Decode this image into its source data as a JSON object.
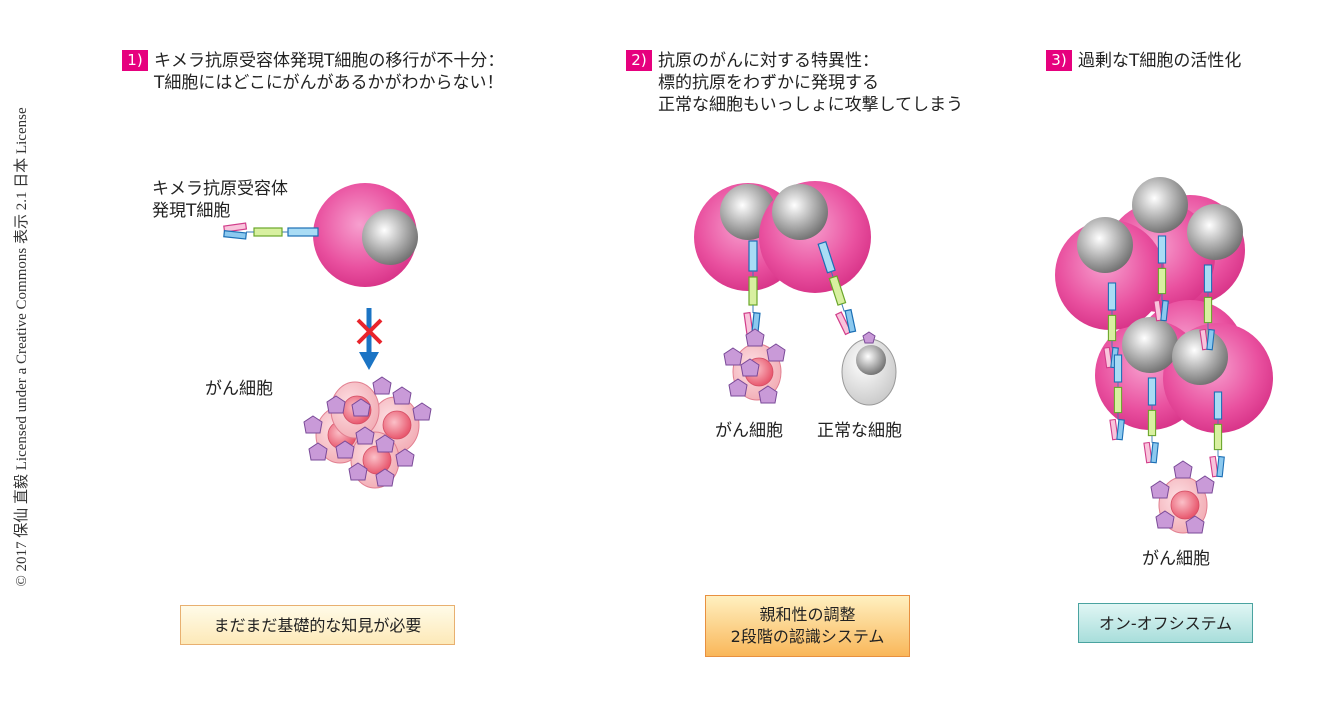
{
  "copyright": "© 2017 保仙 直毅 Licensed under a Creative Commons 表示 2.1 日本 License",
  "panels": [
    {
      "number": "1)",
      "heading_lines": [
        "キメラ抗原受容体発現T細胞の移行が不十分：",
        "T細胞にはどこにがんがあるかがわからない！"
      ],
      "labels": {
        "car_t": [
          "キメラ抗原受容体",
          "発現T細胞"
        ],
        "cancer": "がん細胞"
      },
      "box_lines": [
        "まだまだ基礎的な知見が必要"
      ]
    },
    {
      "number": "2)",
      "heading_lines": [
        "抗原のがんに対する特異性：",
        "標的抗原をわずかに発現する",
        "正常な細胞もいっしょに攻撃してしまう"
      ],
      "labels": {
        "cancer": "がん細胞",
        "normal": "正常な細胞"
      },
      "box_lines": [
        "親和性の調整",
        "2段階の認識システム"
      ]
    },
    {
      "number": "3)",
      "heading_lines": [
        "過剰なT細胞の活性化"
      ],
      "labels": {
        "cancer": "がん細胞"
      },
      "box_lines": [
        "オン-オフシステム"
      ]
    }
  ],
  "colors": {
    "tcell": "#e8409a",
    "nucleus": "#8a8a8a",
    "cancer_cell": "#f28a96",
    "antigen": "#c89ad8",
    "normal_cell": "#dddddd",
    "arrow": "#1b74c4",
    "cross": "#e8242c"
  },
  "icons": {
    "blocked_migration": "cross-icon",
    "migration": "down-arrow-icon"
  }
}
